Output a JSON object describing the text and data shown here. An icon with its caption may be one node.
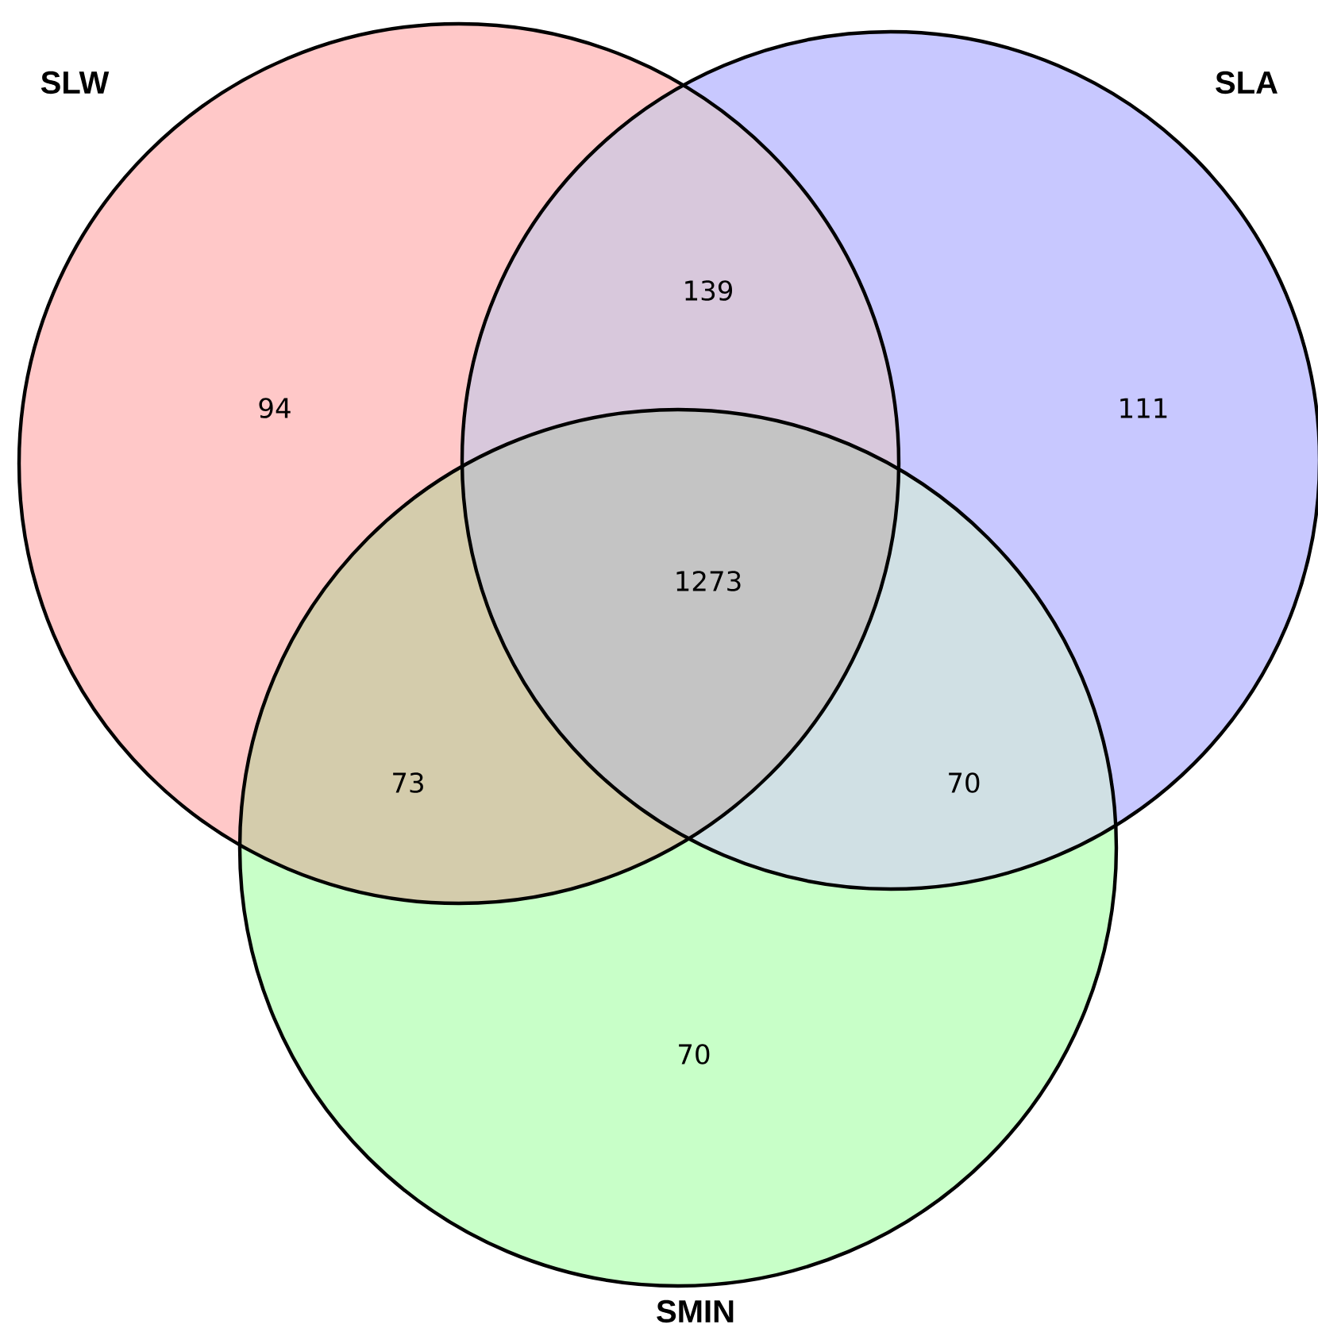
{
  "diagram": {
    "nodes": [
      {
        "text": [
          "SLW"
        ]
      },
      {
        "text": [
          "SLA"
        ]
      },
      {
        "text": [
          "SMIN"
        ]
      }
    ],
    "labels": [
      "139",
      "94",
      "111",
      "1273",
      "73",
      "70",
      "70"
    ]
  }
}
